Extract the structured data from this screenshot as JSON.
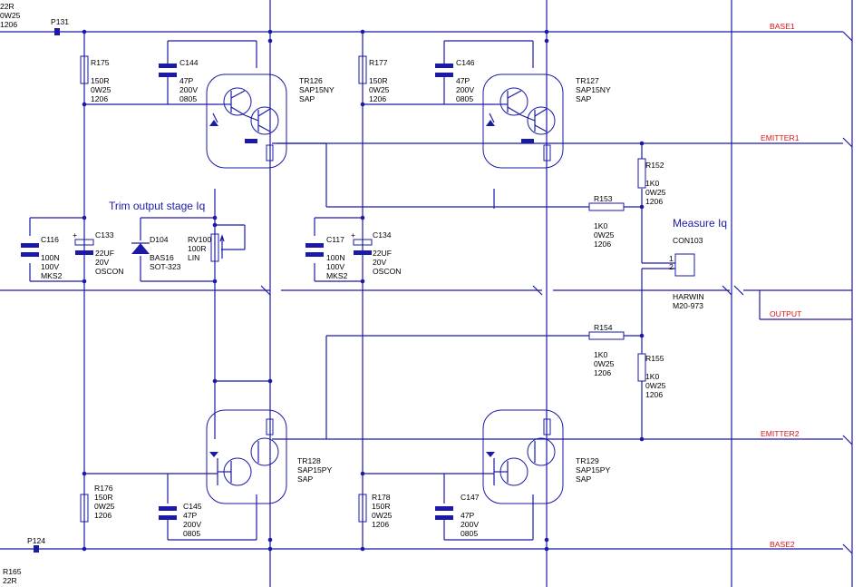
{
  "labels": {
    "top_left_res": [
      "22R",
      "0W25",
      "1206"
    ],
    "p131": "P131",
    "p124": "P124",
    "r165": [
      "R165",
      "22R"
    ],
    "trim_title": "Trim output stage Iq",
    "measure_title": "Measure Iq",
    "r175": [
      "R175",
      "150R",
      "0W25",
      "1206"
    ],
    "r177": [
      "R177",
      "150R",
      "0W25",
      "1206"
    ],
    "r176": [
      "R176",
      "150R",
      "0W25",
      "1206"
    ],
    "r178": [
      "R178",
      "150R",
      "0W25",
      "1206"
    ],
    "c144": [
      "C144",
      "47P",
      "200V",
      "0805"
    ],
    "c146": [
      "C146",
      "47P",
      "200V",
      "0805"
    ],
    "c145": [
      "C145",
      "47P",
      "200V",
      "0805"
    ],
    "c147": [
      "C147",
      "47P",
      "200V",
      "0805"
    ],
    "tr126": [
      "TR126",
      "SAP15NY",
      "SAP"
    ],
    "tr127": [
      "TR127",
      "SAP15NY",
      "SAP"
    ],
    "tr128": [
      "TR128",
      "SAP15PY",
      "SAP"
    ],
    "tr129": [
      "TR129",
      "SAP15PY",
      "SAP"
    ],
    "c116": [
      "C116",
      "100N",
      "100V",
      "MKS2"
    ],
    "c117": [
      "C117",
      "100N",
      "100V",
      "MKS2"
    ],
    "c133": [
      "C133",
      "22UF",
      "20V",
      "OSCON"
    ],
    "c134": [
      "C134",
      "22UF",
      "20V",
      "OSCON"
    ],
    "d104": [
      "D104",
      "BAS16",
      "SOT-323"
    ],
    "rv100": [
      "RV100",
      "100R",
      "LIN"
    ],
    "r152": [
      "R152",
      "1K0",
      "0W25",
      "1206"
    ],
    "r153": [
      "R153",
      "1K0",
      "0W25",
      "1206"
    ],
    "r154": [
      "R154",
      "1K0",
      "0W25",
      "1206"
    ],
    "r155": [
      "R155",
      "1K0",
      "0W25",
      "1206"
    ],
    "con103": [
      "CON103",
      "1",
      "2",
      "HARWIN",
      "M20-973"
    ]
  },
  "nets": {
    "base1": "BASE1",
    "emitter1": "EMITTER1",
    "output": "OUTPUT",
    "emitter2": "EMITTER2",
    "base2": "BASE2"
  },
  "colors": {
    "wire": "#1a1aa6",
    "net_label": "#e01010",
    "text": "#000000",
    "background": "#ffffff"
  }
}
